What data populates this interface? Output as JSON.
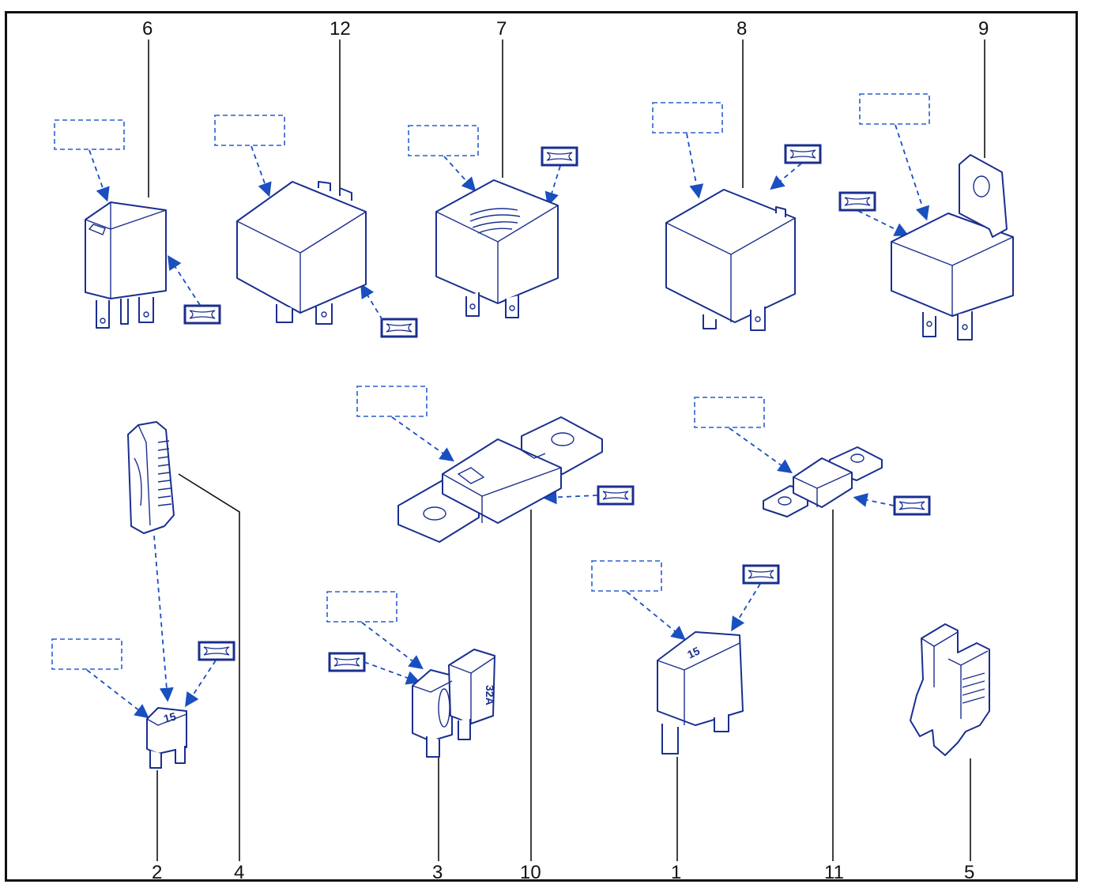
{
  "callouts": {
    "c6": "6",
    "c12": "12",
    "c7": "7",
    "c8": "8",
    "c9": "9",
    "c2": "2",
    "c4": "4",
    "c3": "3",
    "c10": "10",
    "c1": "1",
    "c11": "11",
    "c5": "5"
  },
  "fuse_markings": {
    "mini_fuse": "15",
    "standard_fuse": "32A",
    "maxi_fuse": "15"
  },
  "colors": {
    "line_art": "#1a2f8f",
    "arrow": "#1a4fc0",
    "leader": "#111111",
    "frame": "#111111"
  }
}
